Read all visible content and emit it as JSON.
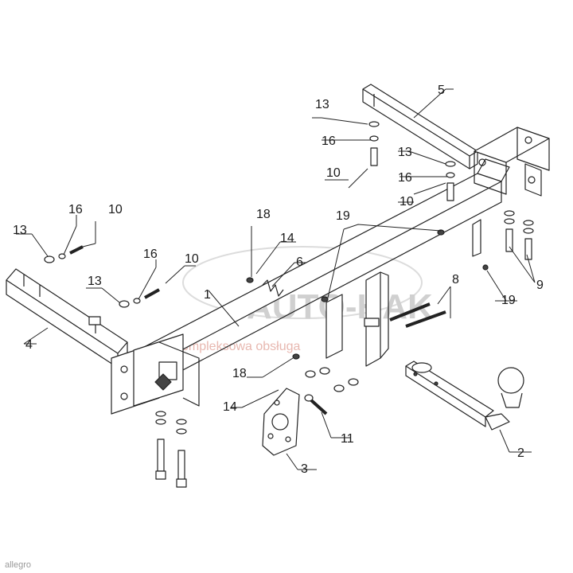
{
  "watermark": {
    "brand": "AUTO-HAK",
    "sub": "kompleksowa obsługa"
  },
  "footer": {
    "source_label": "allegro"
  },
  "parts": [
    {
      "key": "p1",
      "label": "1"
    },
    {
      "key": "p2",
      "label": "2"
    },
    {
      "key": "p3",
      "label": "3"
    },
    {
      "key": "p4",
      "label": "4"
    },
    {
      "key": "p5",
      "label": "5"
    },
    {
      "key": "p6",
      "label": "6"
    },
    {
      "key": "p8",
      "label": "8"
    },
    {
      "key": "p9",
      "label": "9"
    },
    {
      "key": "p10a",
      "label": "10"
    },
    {
      "key": "p10b",
      "label": "10"
    },
    {
      "key": "p10c",
      "label": "10"
    },
    {
      "key": "p10d",
      "label": "10"
    },
    {
      "key": "p11",
      "label": "11"
    },
    {
      "key": "p13a",
      "label": "13"
    },
    {
      "key": "p13b",
      "label": "13"
    },
    {
      "key": "p13c",
      "label": "13"
    },
    {
      "key": "p13d",
      "label": "13"
    },
    {
      "key": "p14a",
      "label": "14"
    },
    {
      "key": "p14b",
      "label": "14"
    },
    {
      "key": "p16a",
      "label": "16"
    },
    {
      "key": "p16b",
      "label": "16"
    },
    {
      "key": "p16c",
      "label": "16"
    },
    {
      "key": "p16d",
      "label": "16"
    },
    {
      "key": "p18a",
      "label": "18"
    },
    {
      "key": "p18b",
      "label": "18"
    },
    {
      "key": "p19a",
      "label": "19"
    },
    {
      "key": "p19b",
      "label": "19"
    }
  ]
}
